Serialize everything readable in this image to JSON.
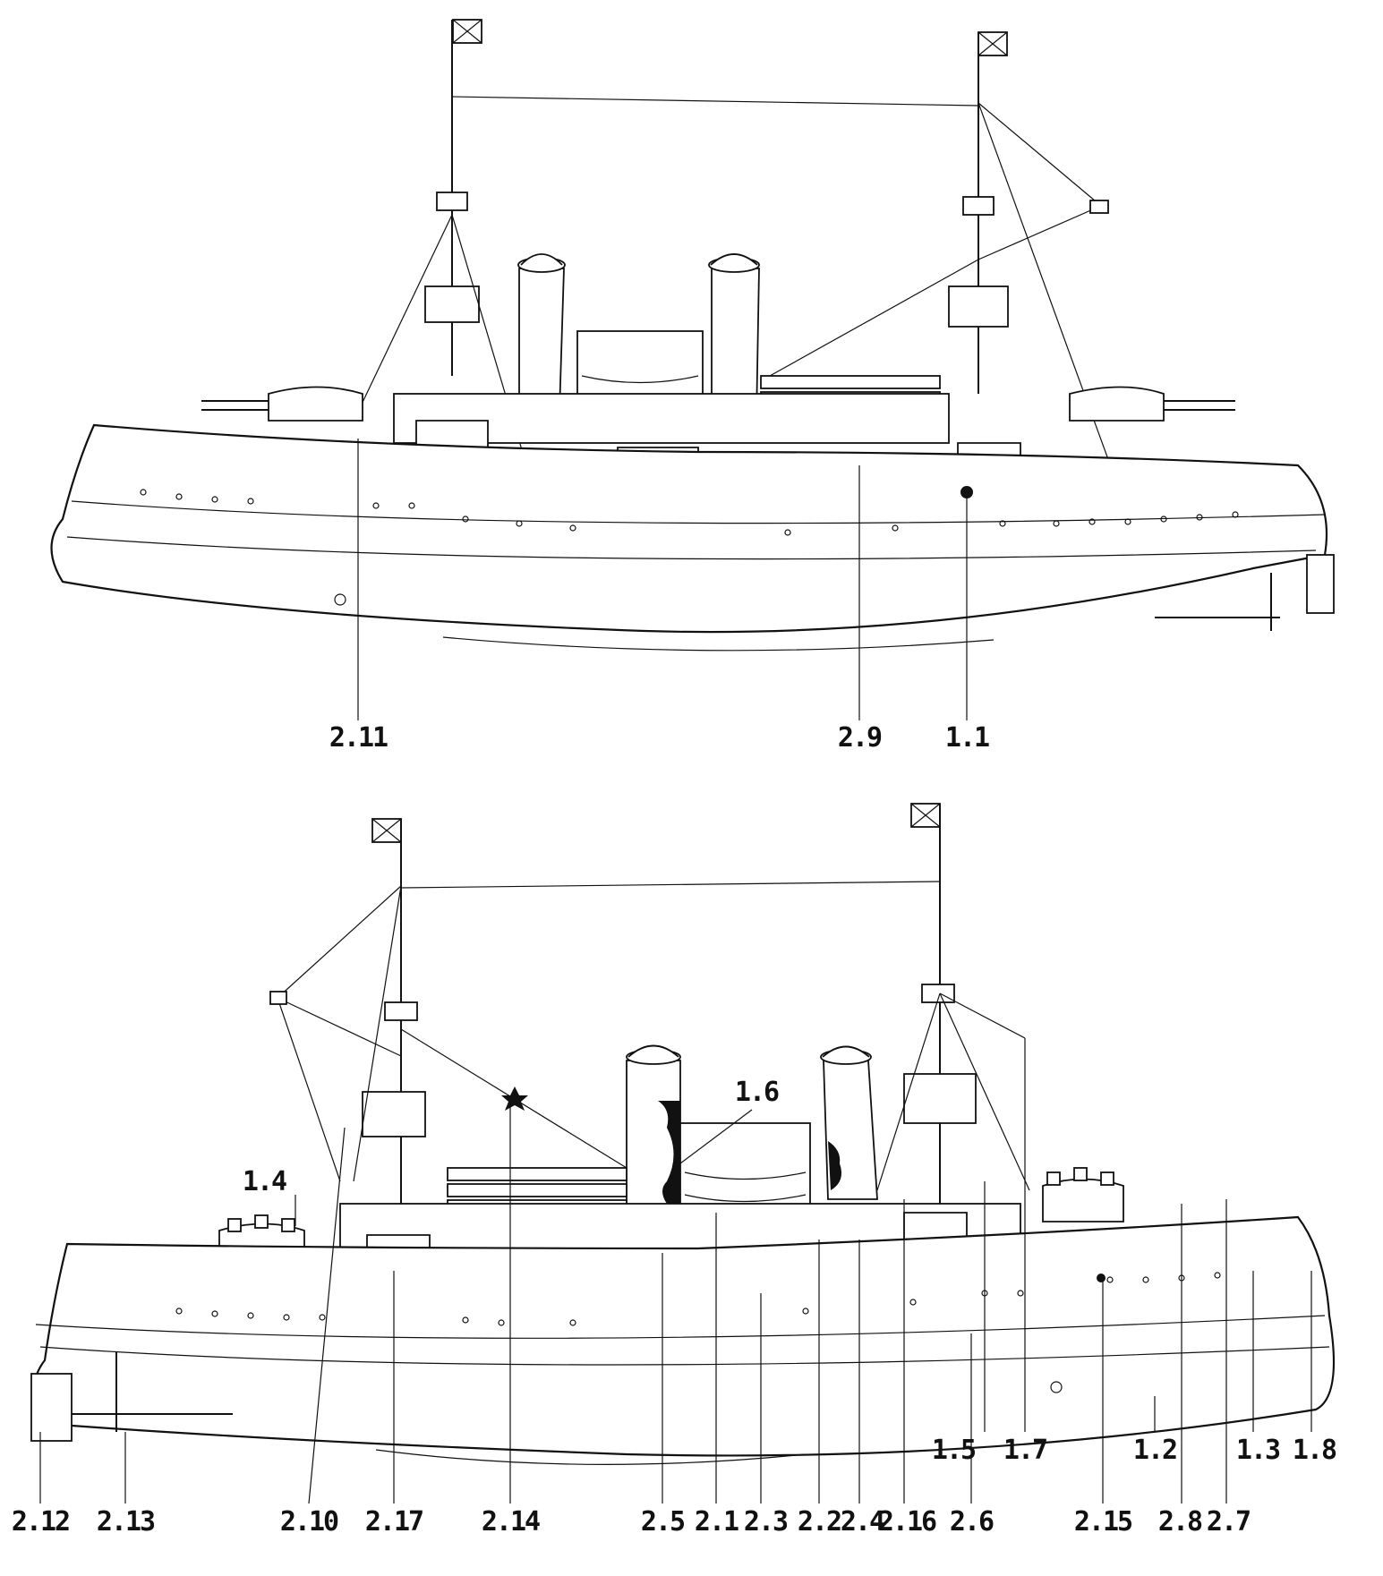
{
  "diagram": {
    "upper_view_labels": [
      "2.11",
      "2.9",
      "1.1"
    ],
    "lower_view_labels": [
      "1.4",
      "1.6",
      "2.12",
      "2.13",
      "2.10",
      "2.17",
      "2.14",
      "2.5",
      "2.1",
      "2.3",
      "2.2",
      "2.4",
      "2.16",
      "2.6",
      "1.5",
      "1.7",
      "2.15",
      "1.2",
      "2.8",
      "2.7",
      "1.3",
      "1.8"
    ]
  }
}
